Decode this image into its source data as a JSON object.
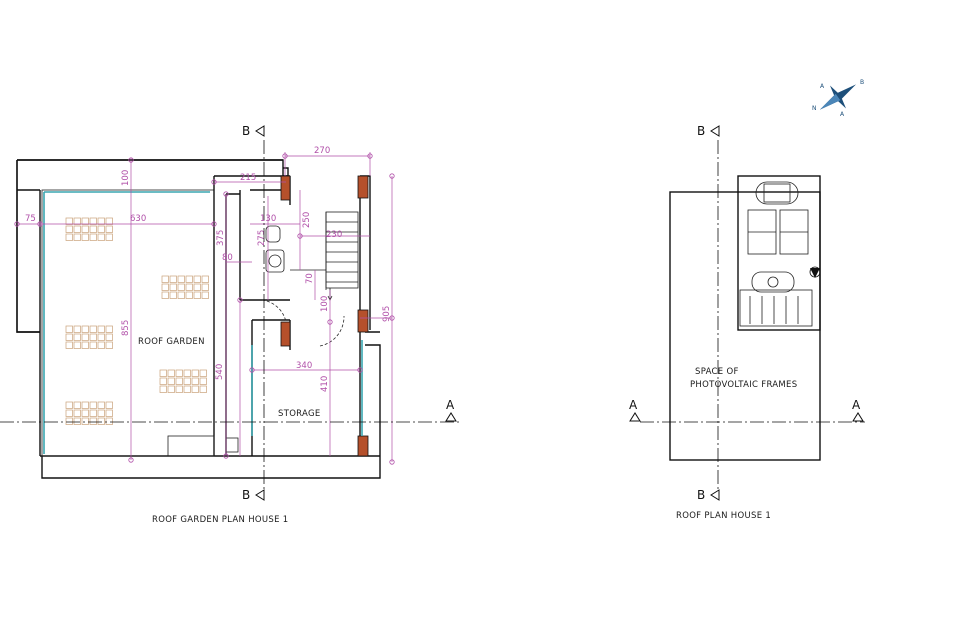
{
  "plans": {
    "roof_garden": {
      "title": "ROOF GARDEN PLAN HOUSE 1",
      "rooms": {
        "roof_garden": "ROOF GARDEN",
        "storage": "STORAGE"
      },
      "dimensions": {
        "d270": "270",
        "d215": "215",
        "d100": "100",
        "d130": "130",
        "d275": "275",
        "d250": "250",
        "d230": "230",
        "d75": "75",
        "d630": "630",
        "d375": "375",
        "d80": "80",
        "d70": "70",
        "d100b": "100",
        "d855": "855",
        "d340": "340",
        "d540": "540",
        "d410": "410",
        "d905": "905"
      }
    },
    "roof": {
      "title": "ROOF PLAN HOUSE 1",
      "area_line1": "SPACE OF",
      "area_line2": "PHOTOVOLTAIC FRAMES"
    }
  },
  "section_markers": {
    "b": "B",
    "a": "A"
  },
  "compass": {
    "north": "N",
    "letters": [
      "A",
      "B",
      "A"
    ]
  }
}
